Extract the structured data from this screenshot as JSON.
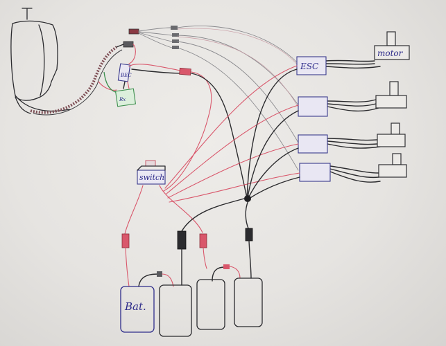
{
  "diagram": {
    "esc_label": "ESC",
    "motor_label": "motor",
    "switch_label": "switch",
    "battery_label": "Bat.",
    "bec_label": "BEC",
    "receiver_label": "Rx"
  },
  "colors": {
    "paper": "#e6e4e1",
    "esc_box": "#e9e7f3",
    "ink_blue": "#2d2b8a",
    "wire_red": "#d9576b",
    "wire_black": "#2b2b2e",
    "receiver_green": "#3d8f4e"
  }
}
